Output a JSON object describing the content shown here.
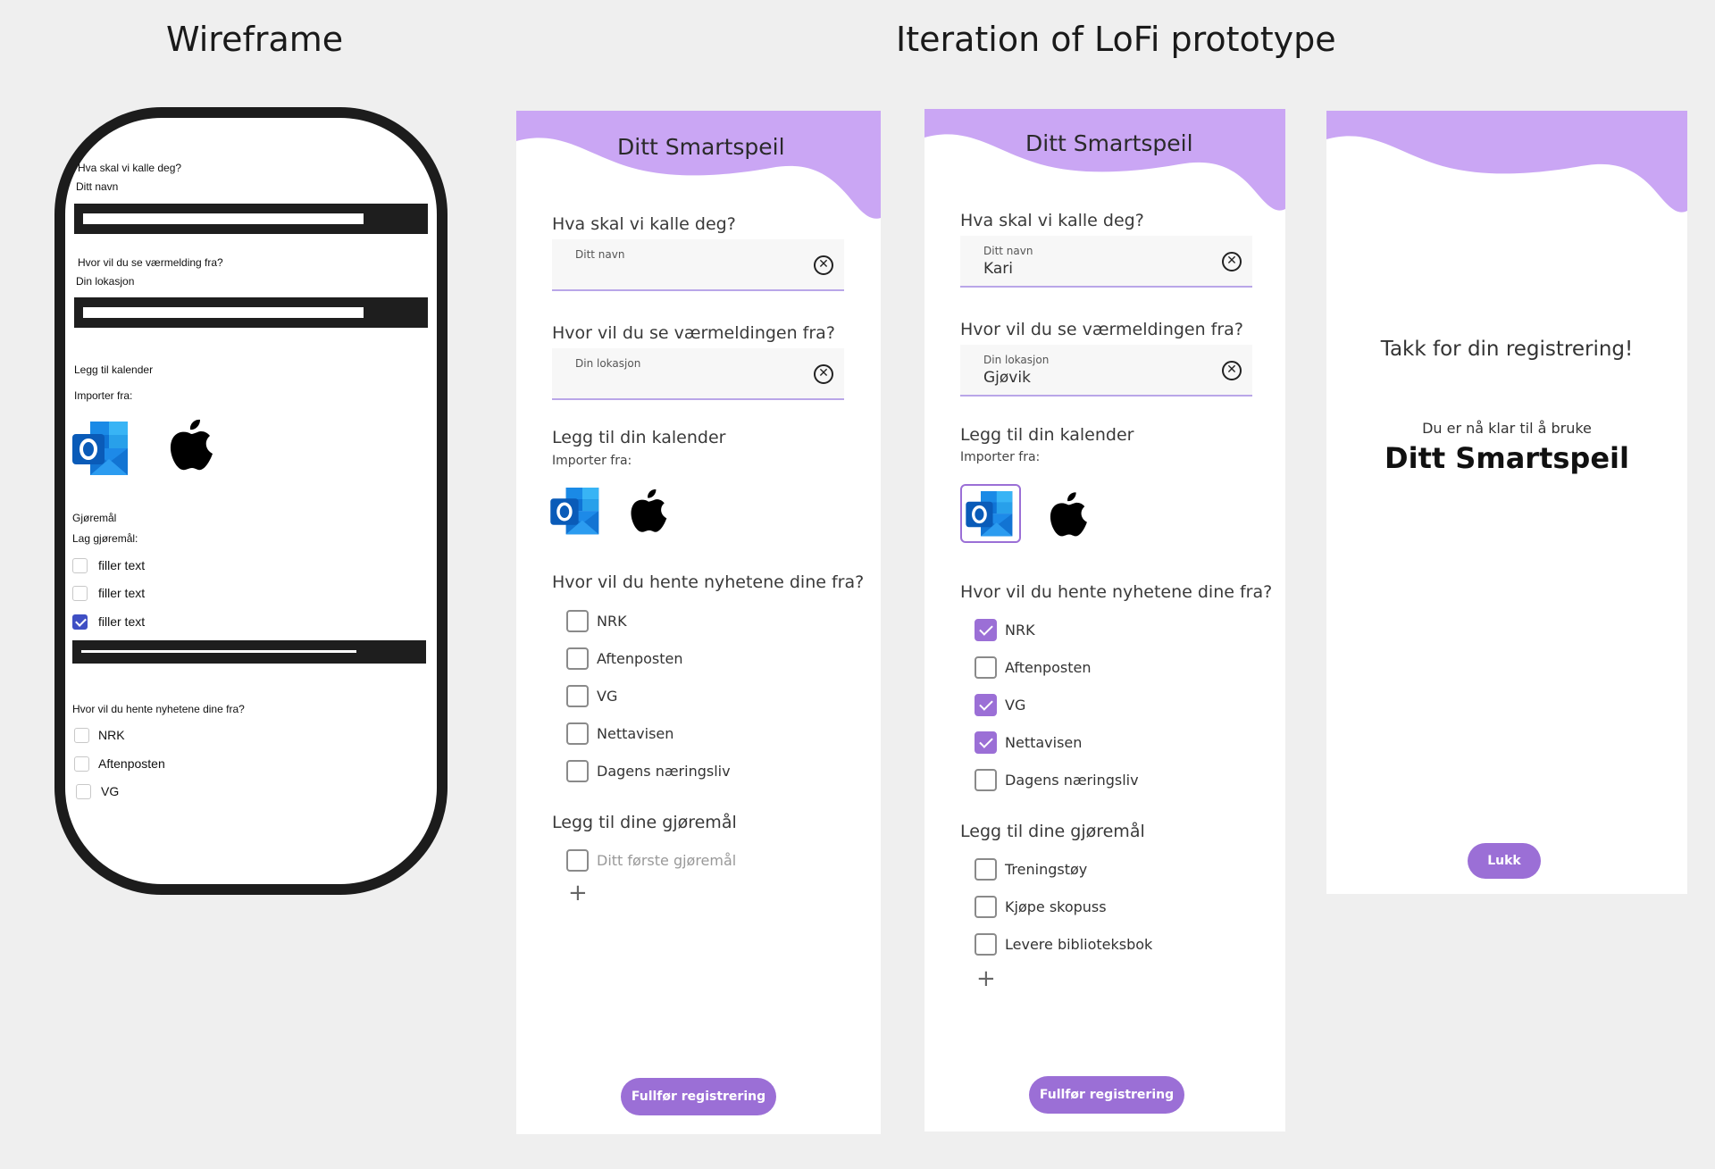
{
  "headings": {
    "wireframe": "Wireframe",
    "iteration": "Iteration of LoFi prototype"
  },
  "wireframe": {
    "name_q": "Hva skal vi kalle deg?",
    "name_label": "Ditt navn",
    "weather_q": "Hvor vil du se værmelding fra?",
    "location_label": "Din lokasjon",
    "calendar_label": "Legg til kalender",
    "import_label": "Importer fra:",
    "todo_label": "Gjøremål",
    "todo_make": "Lag gjøremål:",
    "todos": [
      {
        "text": "filler text",
        "checked": false
      },
      {
        "text": "filler text",
        "checked": false
      },
      {
        "text": "filler text",
        "checked": true
      }
    ],
    "news_q": "Hvor vil du hente nyhetene dine fra?",
    "news": [
      "NRK",
      "Aftenposten",
      "VG"
    ]
  },
  "screen1": {
    "title": "Ditt Smartspeil",
    "name_q": "Hva skal vi kalle deg?",
    "name_label": "Ditt navn",
    "weather_q": "Hvor vil du se værmeldingen fra?",
    "location_label": "Din lokasjon",
    "calendar_q": "Legg til din kalender",
    "import_label": "Importer fra:",
    "news_q": "Hvor vil du hente nyhetene dine fra?",
    "news": [
      "NRK",
      "Aftenposten",
      "VG",
      "Nettavisen",
      "Dagens næringsliv"
    ],
    "todo_q": "Legg til dine gjøremål",
    "todo_placeholder": "Ditt første gjøremål",
    "button": "Fullfør registrering"
  },
  "screen2": {
    "title": "Ditt Smartspeil",
    "name_q": "Hva skal vi kalle deg?",
    "name_label": "Ditt navn",
    "name_value": "Kari",
    "weather_q": "Hvor vil du se værmeldingen fra?",
    "location_label": "Din lokasjon",
    "location_value": "Gjøvik",
    "calendar_q": "Legg til din kalender",
    "import_label": "Importer fra:",
    "news_q": "Hvor vil du hente nyhetene dine fra?",
    "news": [
      {
        "text": "NRK",
        "checked": true
      },
      {
        "text": "Aftenposten",
        "checked": false
      },
      {
        "text": "VG",
        "checked": true
      },
      {
        "text": "Nettavisen",
        "checked": true
      },
      {
        "text": "Dagens næringsliv",
        "checked": false
      }
    ],
    "todo_q": "Legg til dine gjøremål",
    "todos": [
      "Treningstøy",
      "Kjøpe skopuss",
      "Levere biblioteksbok"
    ],
    "button": "Fullfør registrering"
  },
  "screen3": {
    "thanks": "Takk for din registrering!",
    "ready": "Du er nå klar til å bruke",
    "brand": "Ditt Smartspeil",
    "button": "Lukk"
  },
  "colors": {
    "accent": "#9b6fd6",
    "wave": "#caa6f4",
    "wire_check": "#3f4fc4"
  }
}
